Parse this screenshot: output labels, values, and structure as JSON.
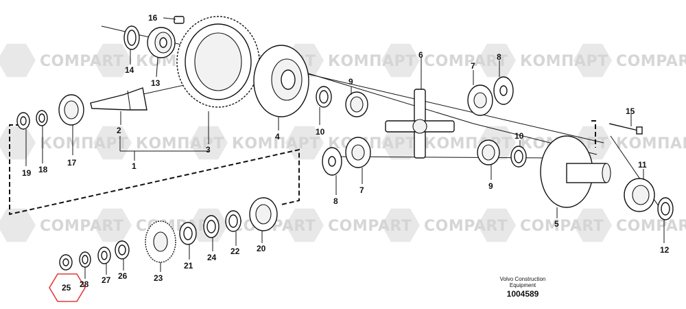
{
  "watermark": {
    "compart_label": "COMPART",
    "kompart_label": "КОМПАРТ"
  },
  "caption": {
    "line1": "Volvo Construction",
    "line2": "Equipment",
    "drawing_number": "1004589"
  },
  "callouts": [
    "1",
    "2",
    "3",
    "4",
    "5",
    "6",
    "7",
    "8",
    "9",
    "10",
    "11",
    "12",
    "13",
    "14",
    "15",
    "16",
    "17",
    "18",
    "19",
    "20",
    "21",
    "22",
    "23",
    "24",
    "25",
    "26",
    "27",
    "28"
  ],
  "highlight_callout": "25",
  "colors": {
    "watermark": "#d6d6d6",
    "highlight": "#e23a3a",
    "line": "#111111"
  }
}
